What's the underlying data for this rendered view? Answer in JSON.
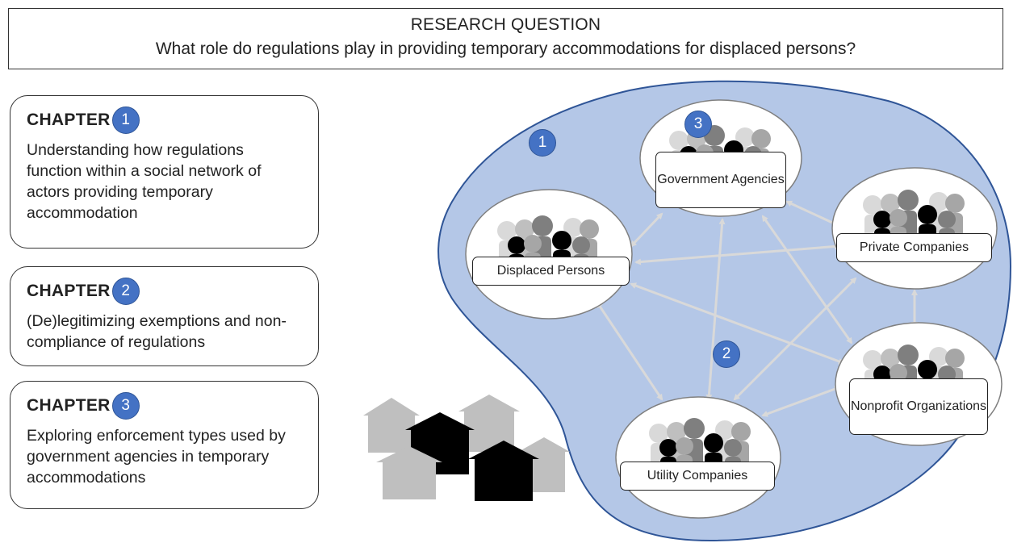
{
  "research_question": {
    "heading": "RESEARCH QUESTION",
    "question": "What role do regulations play in providing temporary accommodations for displaced persons?"
  },
  "chapters": [
    {
      "label": "CHAPTER",
      "number": "1",
      "text": "Understanding how regulations function within a social network of actors providing temporary accommodation"
    },
    {
      "label": "CHAPTER",
      "number": "2",
      "text": "(De)legitimizing exemptions and non-compliance of regulations"
    },
    {
      "label": "CHAPTER",
      "number": "3",
      "text": "Exploring enforcement types used by government agencies in temporary accommodations"
    }
  ],
  "network": {
    "region_marker": "1",
    "links_marker": "2",
    "government_marker": "3",
    "actors": {
      "government": "Government Agencies",
      "private": "Private Companies",
      "displaced": "Displaced Persons",
      "nonprofit": "Nonprofit Organizations",
      "utility": "Utility Companies"
    }
  },
  "colors": {
    "accent": "#4472c4",
    "region_fill": "#b4c7e7",
    "region_stroke": "#2f5597"
  }
}
